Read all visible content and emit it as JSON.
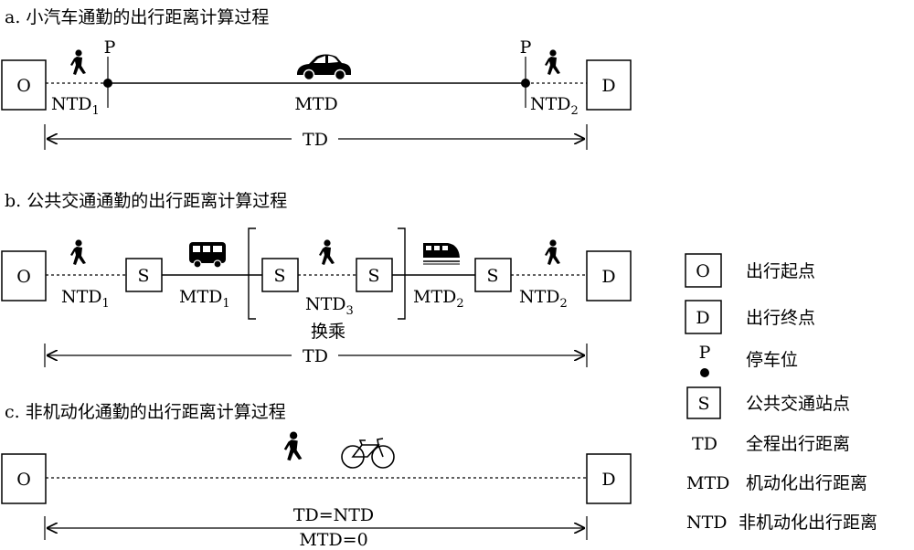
{
  "sections": {
    "a_title": "a. 小汽车通勤的出行距离计算过程",
    "b_title": "b. 公共交通通勤的出行距离计算过程",
    "c_title": "c. 非机动化通勤的出行距离计算过程"
  },
  "nodes": {
    "origin": "O",
    "destination": "D",
    "station": "S",
    "parking": "P"
  },
  "labels": {
    "ntd": "NTD",
    "mtd": "MTD",
    "td": "TD",
    "sub1": "1",
    "sub2": "2",
    "sub3": "3",
    "transfer": "换乘",
    "td_eq_ntd": "TD=NTD",
    "mtd_zero": "MTD=0"
  },
  "legend": [
    {
      "symbol": "O",
      "text": "出行起点"
    },
    {
      "symbol": "D",
      "text": "出行终点"
    },
    {
      "symbol": "P",
      "text": "停车位"
    },
    {
      "symbol": "S",
      "text": "公共交通站点"
    },
    {
      "symbol": "TD",
      "text": "全程出行距离"
    },
    {
      "symbol": "MTD",
      "text": "机动化出行距离"
    },
    {
      "symbol": "NTD",
      "text": "非机动化出行距离"
    }
  ],
  "icons": [
    "walker-icon",
    "car-icon",
    "bus-icon",
    "train-icon",
    "bicycle-icon"
  ]
}
